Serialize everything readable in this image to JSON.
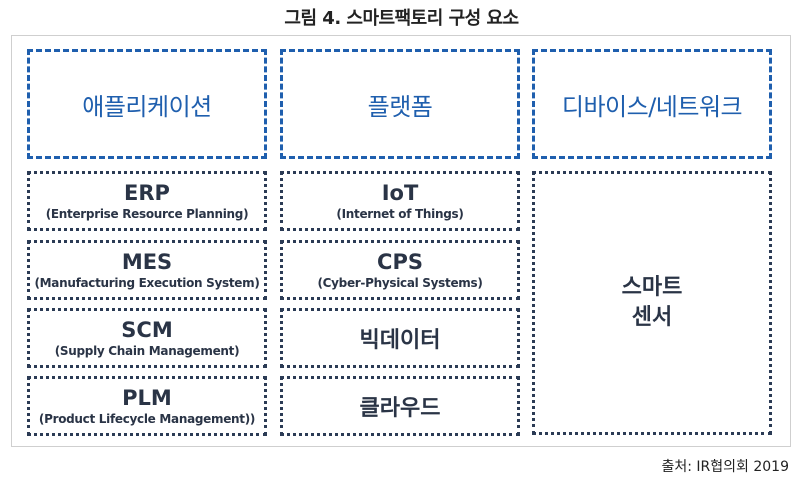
{
  "title": "그림 4. 스마트팩토리 구성 요소",
  "columns": {
    "application": {
      "header": "애플리케이션",
      "items": [
        {
          "main": "ERP",
          "sub": "(Enterprise Resource Planning)"
        },
        {
          "main": "MES",
          "sub": "(Manufacturing Execution System)"
        },
        {
          "main": "SCM",
          "sub": "(Supply Chain Management)"
        },
        {
          "main": "PLM",
          "sub": "(Product Lifecycle Management))"
        }
      ]
    },
    "platform": {
      "header": "플랫폼",
      "items": [
        {
          "main": "IoT",
          "sub": "(Internet of Things)"
        },
        {
          "main": "CPS",
          "sub": "(Cyber-Physical Systems)"
        },
        {
          "main": "빅데이터"
        },
        {
          "main": "클라우드"
        }
      ]
    },
    "device": {
      "header": "디바이스/네트워크",
      "items": [
        {
          "line1": "스마트",
          "line2": "센서"
        }
      ]
    }
  },
  "source": "출처: IR협의회 2019",
  "colors": {
    "header_border": "#1f5fae",
    "cell_border": "#2b3b55"
  }
}
